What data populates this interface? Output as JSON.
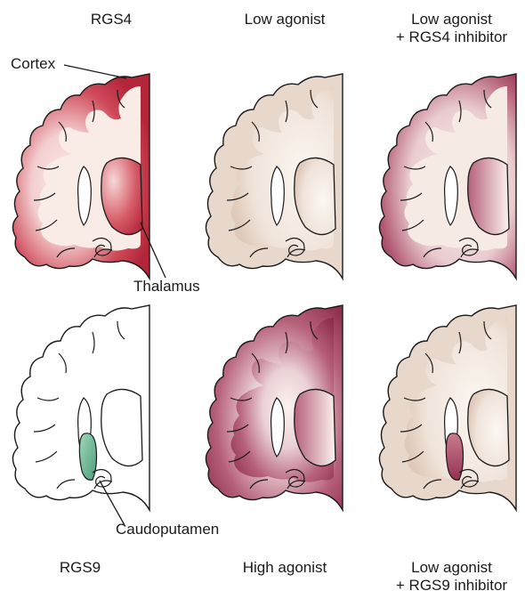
{
  "top_row": {
    "col1_title": "RGS4",
    "col2_title": "Low agonist",
    "col3_title_line1": "Low agonist",
    "col3_title_line2": "+ RGS4 inhibitor"
  },
  "bottom_row": {
    "col1_title": "RGS9",
    "col2_title": "High agonist",
    "col3_title_line1": "Low agonist",
    "col3_title_line2": "+ RGS9 inhibitor"
  },
  "annotations": {
    "cortex": "Cortex",
    "thalamus": "Thalamus",
    "caudoputamen": "Caudoputamen"
  },
  "colors": {
    "outline": "#1a1a1a",
    "rgs4_red": "#b3263a",
    "agonist_maroon": "#9c3550",
    "tissue_beige": "#ede1d7",
    "rgs9_green": "#5fae8a"
  },
  "panels": [
    {
      "row": "top",
      "column": "RGS4",
      "pattern": "cortex-and-thalamus-red"
    },
    {
      "row": "top",
      "column": "Low agonist",
      "pattern": "beige-baseline"
    },
    {
      "row": "top",
      "column": "Low agonist + RGS4 inhibitor",
      "pattern": "cortex-and-thalamus-maroon"
    },
    {
      "row": "bottom",
      "column": "RGS9",
      "pattern": "outline-with-green-caudoputamen"
    },
    {
      "row": "bottom",
      "column": "High agonist",
      "pattern": "strong-maroon-cortex"
    },
    {
      "row": "bottom",
      "column": "Low agonist + RGS9 inhibitor",
      "pattern": "beige-with-maroon-caudoputamen"
    }
  ]
}
